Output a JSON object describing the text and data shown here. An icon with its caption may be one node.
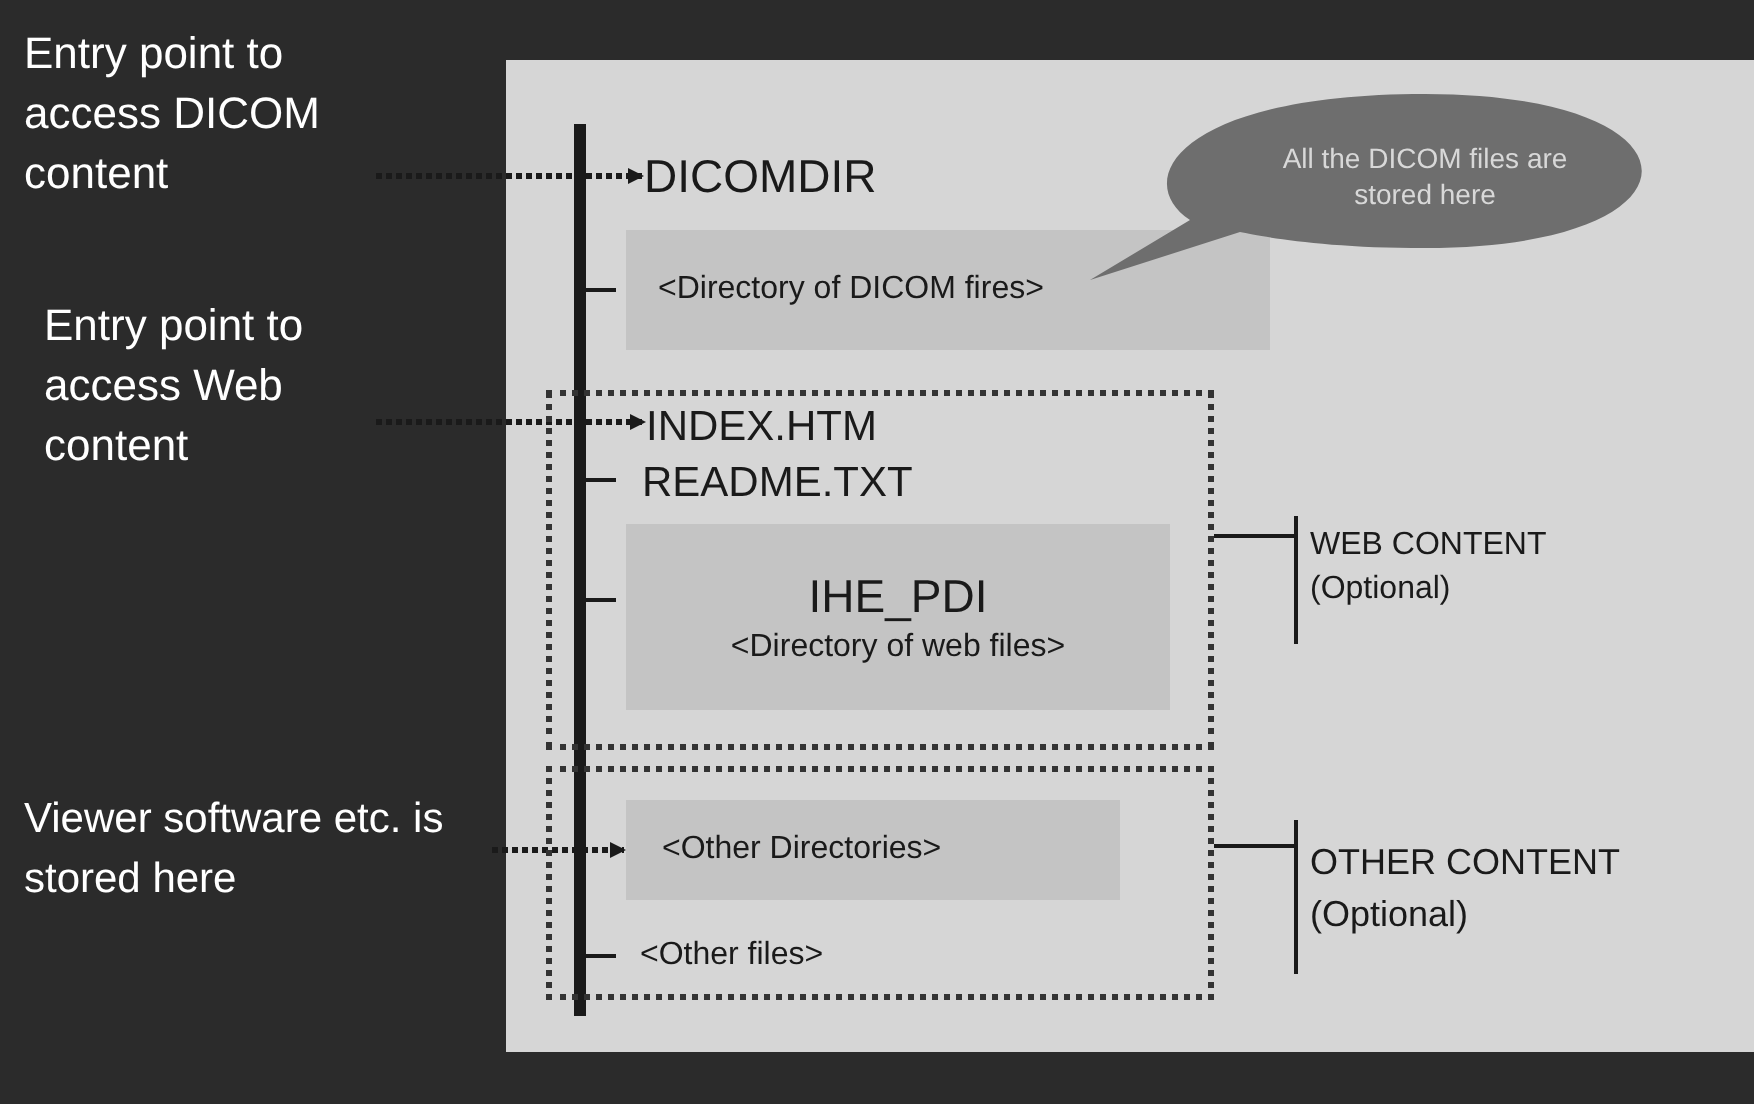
{
  "diagram": {
    "nodes": [
      {
        "text": [
          "Entry point to access DICOM content"
        ]
      },
      {
        "text": [
          "Entry point to access Web content"
        ]
      },
      {
        "text": [
          "Viewer software etc. is stored here"
        ]
      },
      {
        "text": [
          "DICOMDIR"
        ]
      },
      {
        "text": [
          "<Directory of DICOM fires>"
        ]
      },
      {
        "text": [
          "All the DICOM files are stored here"
        ]
      },
      {
        "text": [],
        "shape": "box"
      },
      {
        "text": [
          "INDEX.HTM"
        ],
        "in": 6
      },
      {
        "text": [
          "README.TXT"
        ],
        "in": 6
      },
      {
        "text": [
          "IHE_PDI",
          "<Directory of web files>"
        ],
        "in": 6
      },
      {
        "text": [
          "WEB CONTENT (Optional)"
        ]
      },
      {
        "text": [],
        "shape": "box"
      },
      {
        "text": [
          "<Other Directories>"
        ],
        "in": 11
      },
      {
        "text": [
          "<Other files>"
        ],
        "in": 11
      },
      {
        "text": [
          "OTHER CONTENT (Optional)"
        ]
      }
    ],
    "edges": [
      {
        "from": 0,
        "to": 3,
        "arrow": "to",
        "style": "dashed"
      },
      {
        "from": 1,
        "to": 7,
        "arrow": "to",
        "style": "dashed"
      },
      {
        "from": 2,
        "to": 12,
        "arrow": "to",
        "style": "dashed"
      },
      {
        "from": 6,
        "to": 10,
        "arrow": "none"
      },
      {
        "from": 11,
        "to": 14,
        "arrow": "none"
      }
    ]
  }
}
